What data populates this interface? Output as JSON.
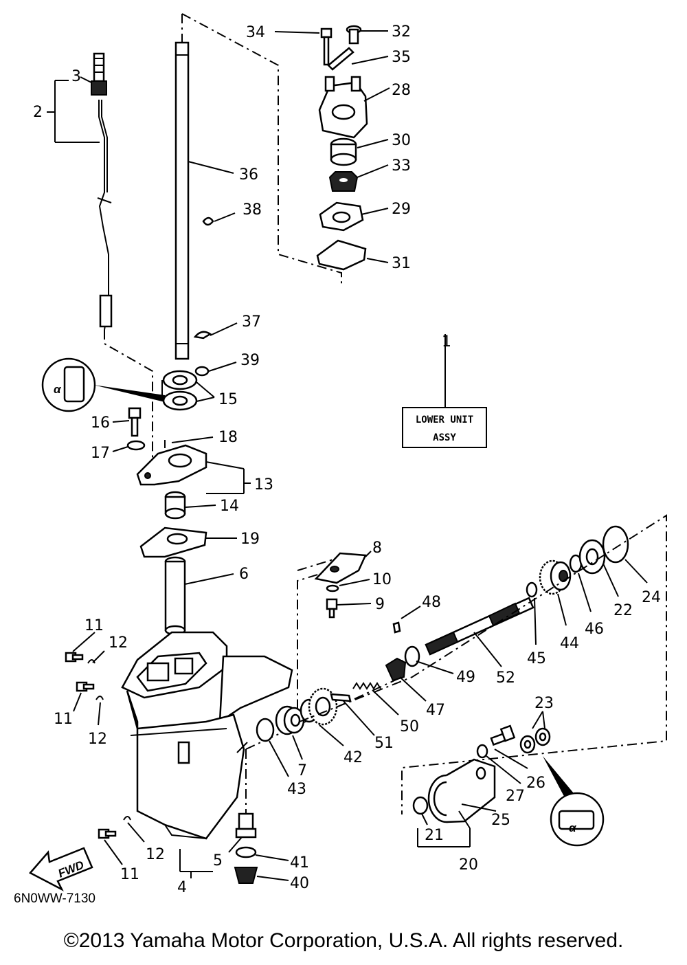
{
  "diagram_code": "6N0WW-7130",
  "assembly_box": {
    "line1": "LOWER UNIT",
    "line2": "ASSY"
  },
  "direction_arrow": "FWD",
  "copyright": "©2013 Yamaha Motor Corporation, U.S.A. All rights reserved.",
  "callouts": {
    "c1": "1",
    "c2": "2",
    "c3": "3",
    "c4": "4",
    "c5": "5",
    "c6": "6",
    "c7": "7",
    "c8": "8",
    "c9": "9",
    "c10": "10",
    "c11a": "11",
    "c11b": "11",
    "c11c": "11",
    "c12a": "12",
    "c12b": "12",
    "c12c": "12",
    "c13": "13",
    "c14": "14",
    "c15": "15",
    "c16": "16",
    "c17": "17",
    "c18": "18",
    "c19": "19",
    "c20": "20",
    "c21": "21",
    "c22": "22",
    "c23": "23",
    "c24": "24",
    "c25": "25",
    "c26": "26",
    "c27": "27",
    "c28": "28",
    "c29": "29",
    "c30": "30",
    "c31": "31",
    "c32": "32",
    "c33": "33",
    "c34": "34",
    "c35": "35",
    "c36": "36",
    "c37": "37",
    "c38": "38",
    "c39": "39",
    "c40": "40",
    "c41": "41",
    "c42": "42",
    "c43": "43",
    "c44": "44",
    "c45": "45",
    "c46": "46",
    "c47": "47",
    "c48": "48",
    "c49": "49",
    "c50": "50",
    "c51": "51",
    "c52": "52"
  }
}
